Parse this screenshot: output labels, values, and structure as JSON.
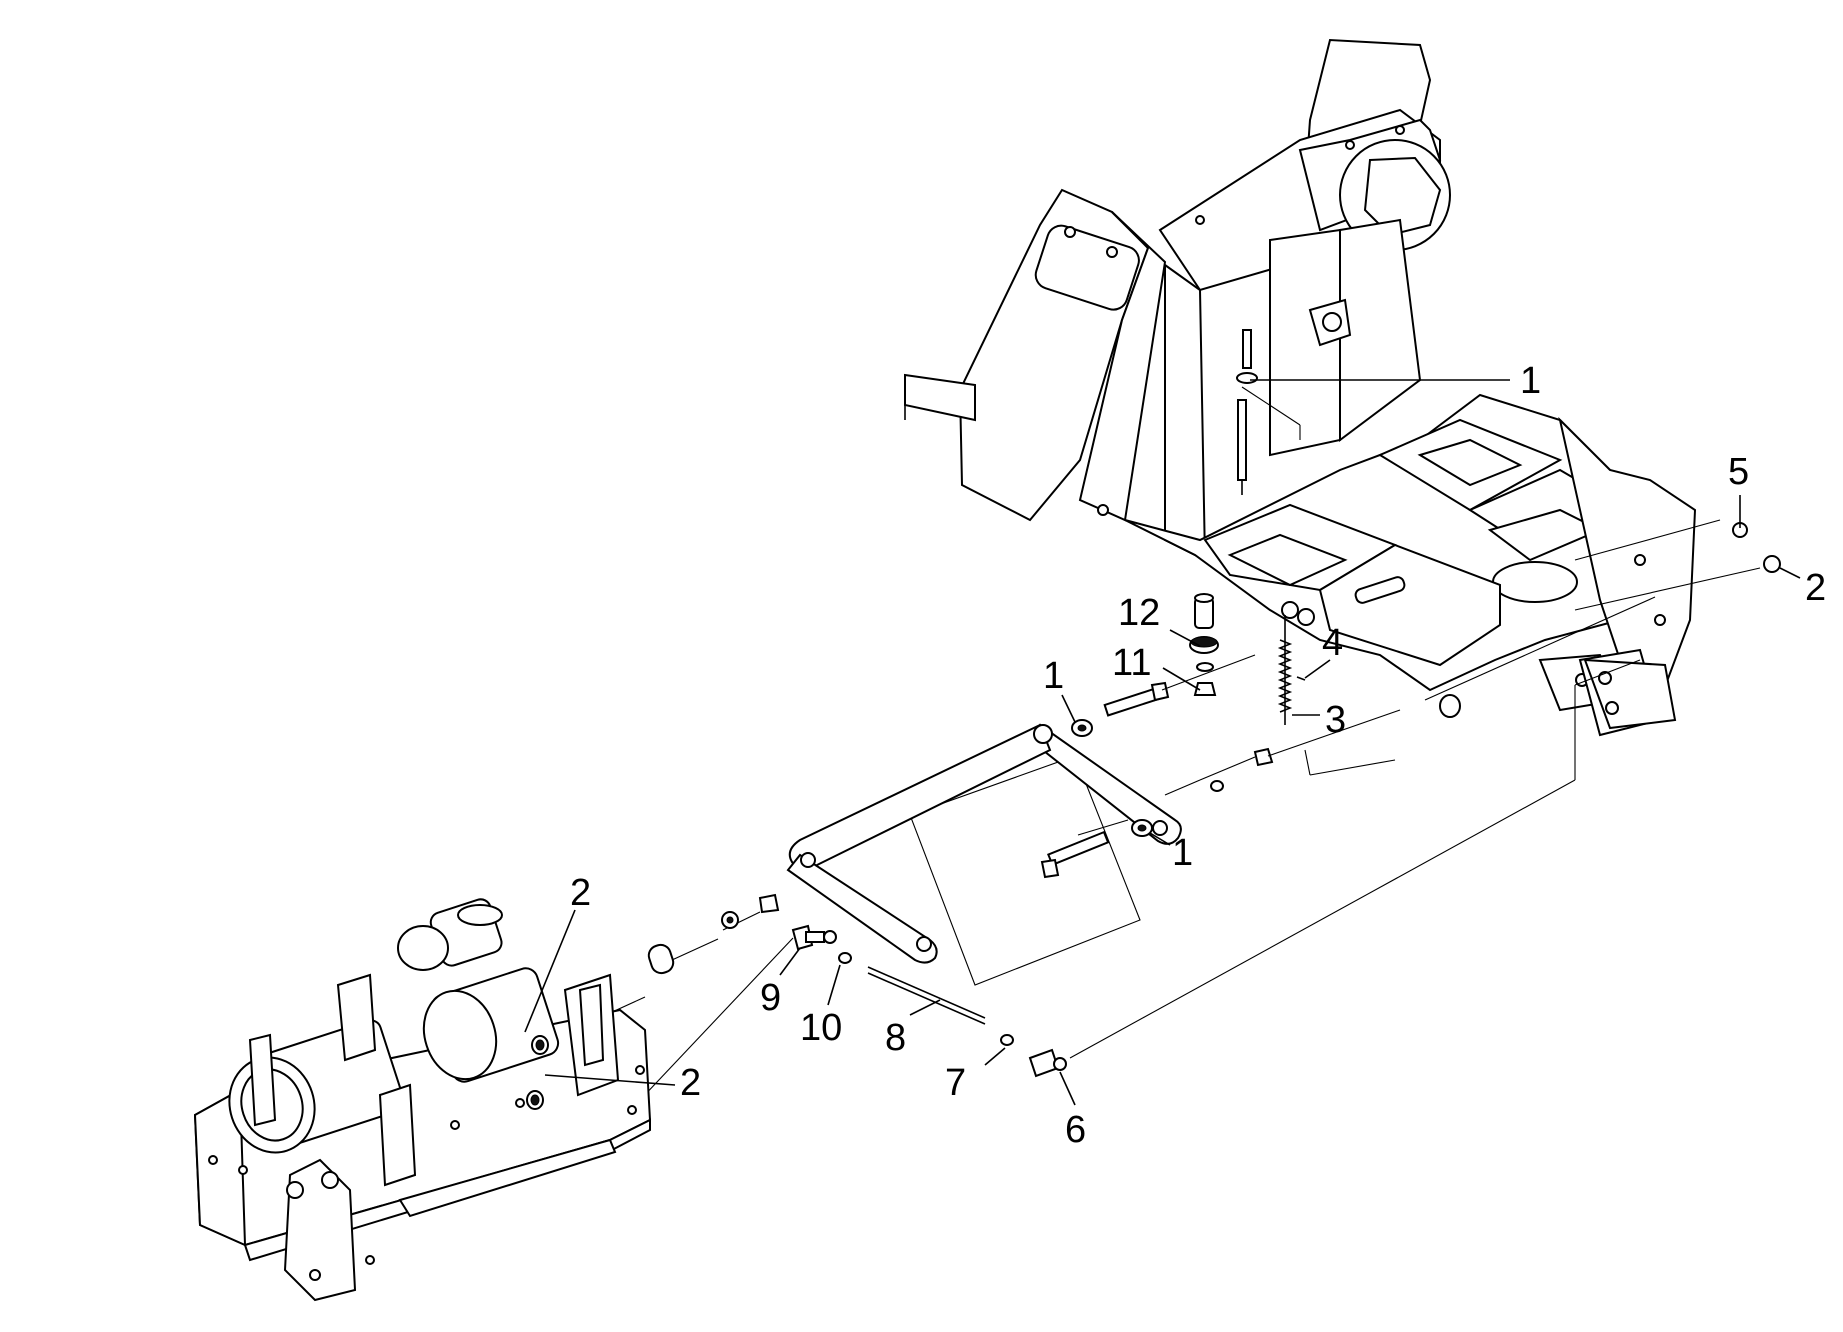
{
  "diagram": {
    "callouts": [
      {
        "id": "c1a",
        "label": "1"
      },
      {
        "id": "c5",
        "label": "5"
      },
      {
        "id": "c2a",
        "label": "2"
      },
      {
        "id": "c12",
        "label": "12"
      },
      {
        "id": "c4",
        "label": "4"
      },
      {
        "id": "c11",
        "label": "11"
      },
      {
        "id": "c3",
        "label": "3"
      },
      {
        "id": "c1b",
        "label": "1"
      },
      {
        "id": "c1c",
        "label": "1"
      },
      {
        "id": "c2b",
        "label": "2"
      },
      {
        "id": "c2c",
        "label": "2"
      },
      {
        "id": "c9",
        "label": "9"
      },
      {
        "id": "c10",
        "label": "10"
      },
      {
        "id": "c8",
        "label": "8"
      },
      {
        "id": "c7",
        "label": "7"
      },
      {
        "id": "c6",
        "label": "6"
      }
    ]
  }
}
